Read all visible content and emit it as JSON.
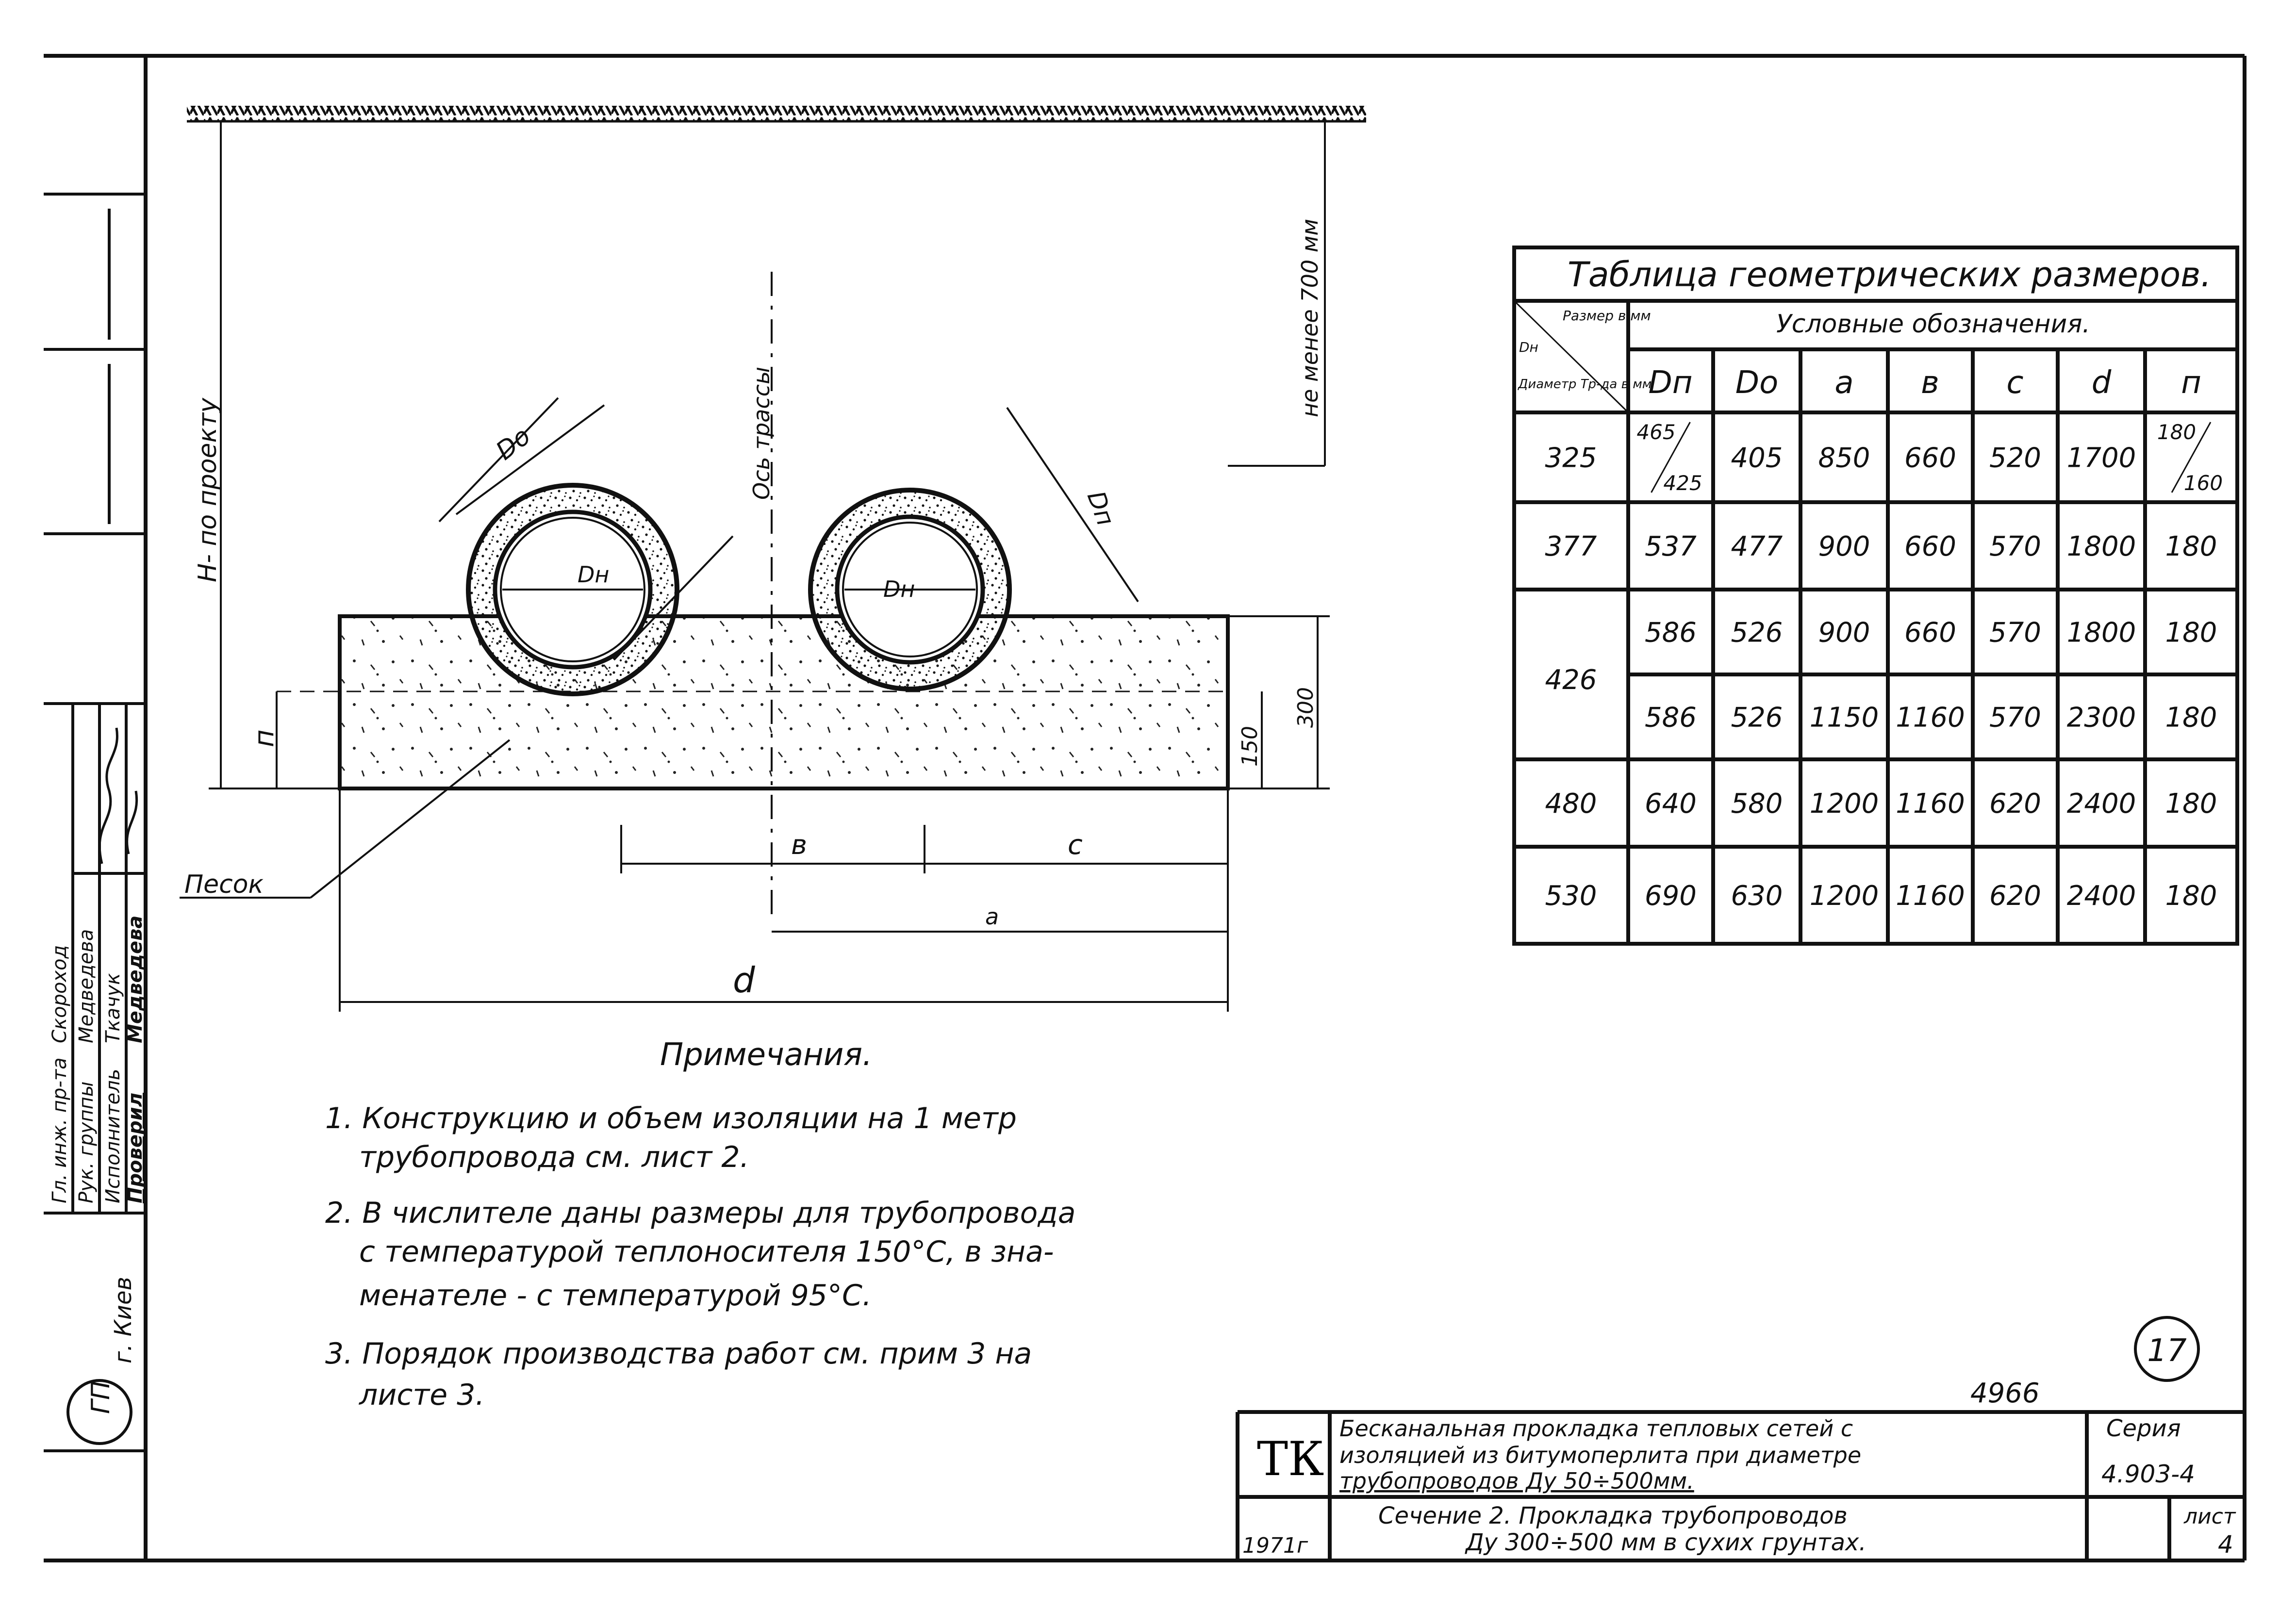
{
  "drawing": {
    "labels": {
      "depth": "Н- по проекту",
      "min_depth": "не менее 700 мм",
      "route_axis": "Ось трассы",
      "d_outer": "Do",
      "d_shell": "Dп",
      "d_pipe_left": "Dн",
      "d_pipe_right": "Dн",
      "n": "п",
      "dim_150": "150",
      "dim_300": "300",
      "b": "в",
      "c": "с",
      "a": "а",
      "d": "d",
      "sand": "Песок"
    }
  },
  "table": {
    "title": "Таблица геометрических размеров.",
    "header": {
      "corner_size": "Размер в мм",
      "corner_dn": "Dн",
      "corner_diam": "Диаметр Тр-да в мм",
      "group": "Условные обозначения.",
      "cols": [
        "Dп",
        "Do",
        "а",
        "в",
        "с",
        "d",
        "п"
      ]
    },
    "rows": [
      {
        "dn": "325",
        "cells": [
          "465/425",
          "405",
          "850",
          "660",
          "520",
          "1700",
          "180/160"
        ]
      },
      {
        "dn": "377",
        "cells": [
          "537",
          "477",
          "900",
          "660",
          "570",
          "1800",
          "180"
        ]
      },
      {
        "dn": "426",
        "cells": [
          "586",
          "526",
          "900",
          "660",
          "570",
          "1800",
          "180"
        ]
      },
      {
        "dn": "",
        "cells": [
          "586",
          "526",
          "1150",
          "1160",
          "570",
          "2300",
          "180"
        ]
      },
      {
        "dn": "480",
        "cells": [
          "640",
          "580",
          "1200",
          "1160",
          "620",
          "2400",
          "180"
        ]
      },
      {
        "dn": "530",
        "cells": [
          "690",
          "630",
          "1200",
          "1160",
          "620",
          "2400",
          "180"
        ]
      }
    ]
  },
  "notes": {
    "heading": "Примечания.",
    "lines": [
      "1. Конструкцию и объем изоляции на 1 метр",
      "трубопровода см. лист 2.",
      "2. В числителе даны размеры для трубопровода",
      "с температурой теплоносителя 150°С, в зна-",
      "менателе - с температурой 95°С.",
      "3. Порядок производства работ см. прим 3 на",
      "листе 3."
    ]
  },
  "side_stamp": {
    "roles": [
      "Гл. инж. пр-та",
      "Рук. группы",
      "Исполнитель",
      "Проверил"
    ],
    "names": [
      "Скороход",
      "Медведева",
      "Ткачук",
      "Медведева"
    ],
    "city": "г. Киев",
    "logo": "ГП"
  },
  "title_block": {
    "org": "ТК",
    "year": "1971г",
    "title_1": "Бесканальная прокладка тепловых сетей с",
    "title_2": "изоляцией из битумоперлита при диаметре",
    "title_3": "трубопроводов Ду 50÷500мм.",
    "sheet_1": "Сечение 2. Прокладка трубопроводов",
    "sheet_2": "Ду 300÷500 мм в сухих грунтах.",
    "series_label": "Серия",
    "series_value": "4.903-4",
    "sheet_label": "лист",
    "sheet_no": "4",
    "inv_no": "4966",
    "page_mark": "17"
  }
}
